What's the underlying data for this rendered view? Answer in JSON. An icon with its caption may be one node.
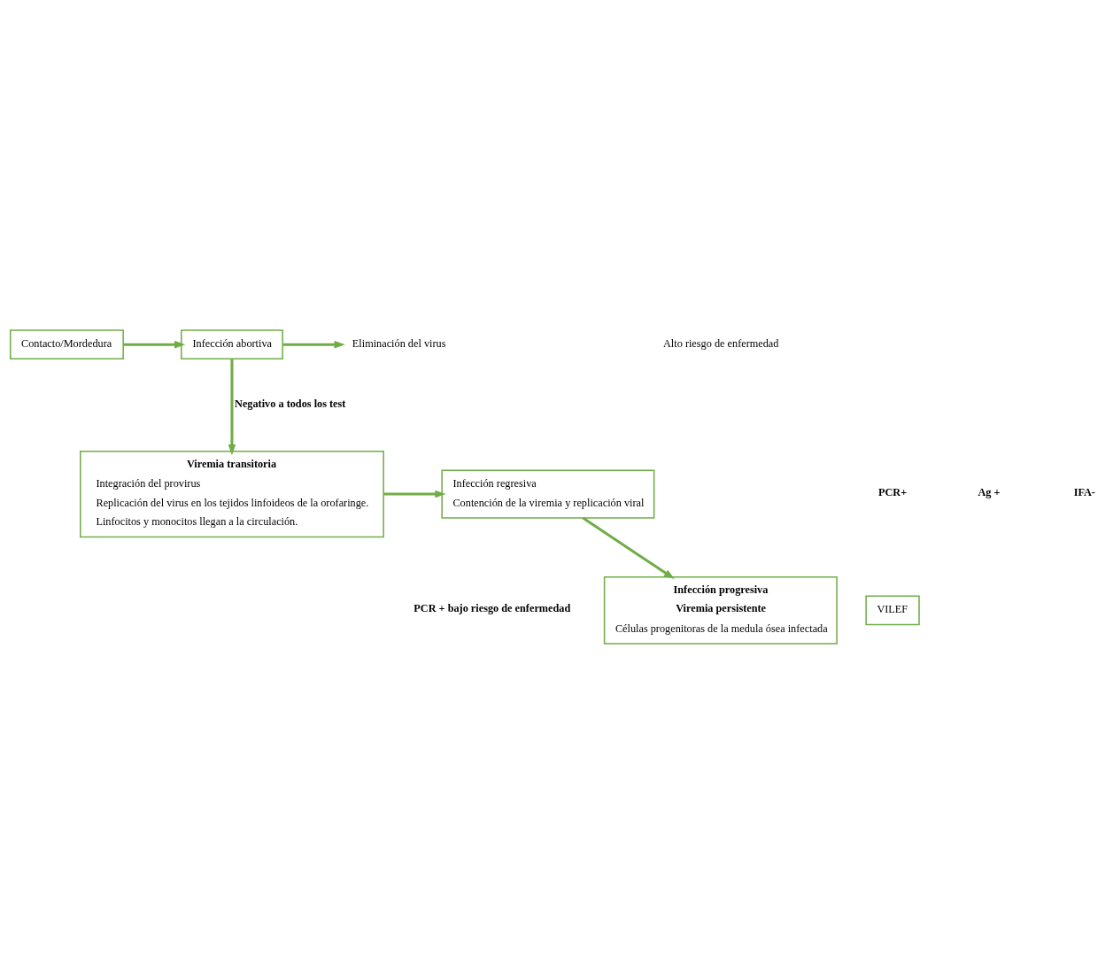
{
  "diagram": {
    "nodes": [
      {
        "text": [
          "Contacto/Mordedura"
        ]
      },
      {
        "text": [
          "Infección abortiva"
        ]
      },
      {
        "text": [
          "Eliminación del virus"
        ]
      },
      {
        "text": [
          "Viremia transitoria",
          "Integración del provirus",
          "Replicación del virus en los tejidos linfoideos de la orofaringe.",
          "Linfocitos y monocitos llegan a la circulación."
        ]
      },
      {
        "text": [
          "Infección regresiva",
          "Contención de la viremia y replicación viral"
        ]
      },
      {
        "text": [
          "Infección progresiva",
          "Viremia persistente",
          "Células progenitoras de la medula ósea infectada"
        ]
      },
      {
        "text": [
          "VILEF"
        ]
      }
    ],
    "edges": [
      {
        "from": 0,
        "to": 1,
        "arrow": "to"
      },
      {
        "from": 1,
        "to": 2,
        "arrow": "to"
      },
      {
        "from": 1,
        "to": 3,
        "arrow": "to",
        "label": "Negativo a todos los test"
      },
      {
        "from": 3,
        "to": 4,
        "arrow": "to"
      },
      {
        "from": 4,
        "to": 5,
        "arrow": "to"
      }
    ],
    "labels": [
      "Alto riesgo de enfermedad",
      "PCR+",
      "Ag +",
      "IFA-",
      "PCR + bajo riesgo de enfermedad"
    ]
  }
}
